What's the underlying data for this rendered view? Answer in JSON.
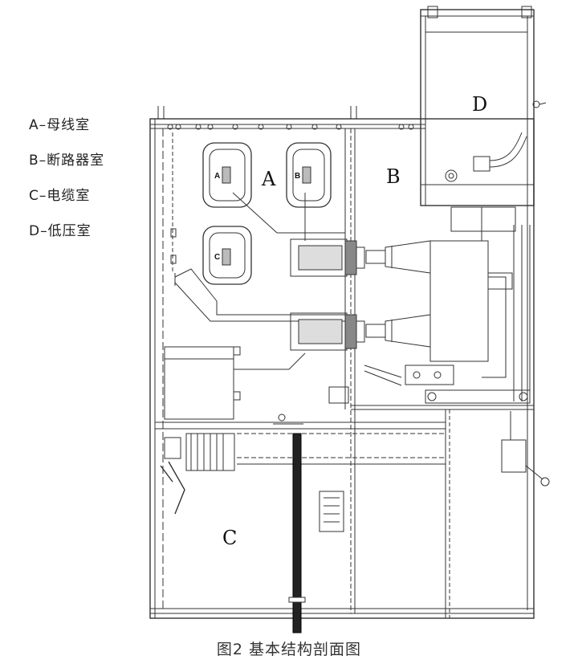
{
  "legend": [
    {
      "label": "A–母线室"
    },
    {
      "label": "B–断路器室"
    },
    {
      "label": "C–电缆室"
    },
    {
      "label": "D–低压室"
    }
  ],
  "zones": {
    "a": "A",
    "b": "B",
    "c": "C",
    "d": "D"
  },
  "bushings": {
    "a": "A",
    "b": "B",
    "c": "C"
  },
  "caption": "图2 基本结构剖面图"
}
